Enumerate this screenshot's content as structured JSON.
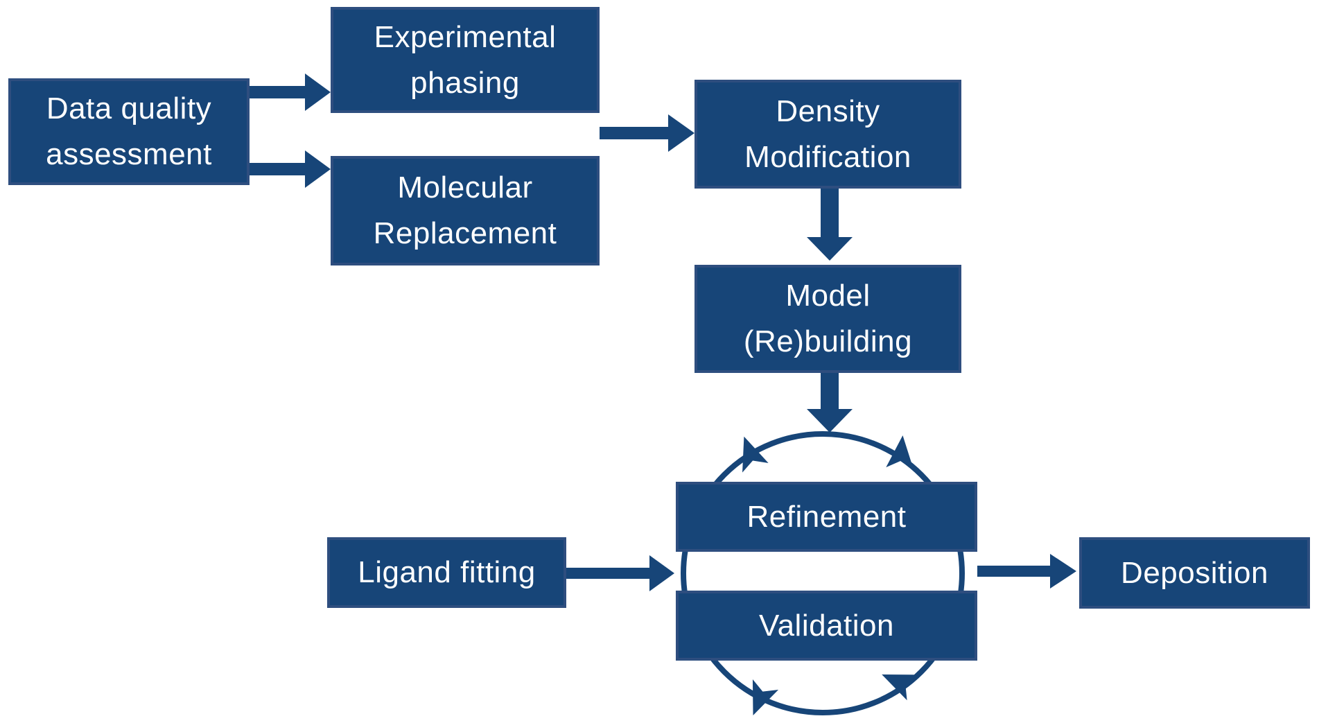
{
  "diagram": {
    "description": "Crystallographic structure solution workflow flowchart",
    "background": "#ffffff",
    "colors": {
      "node_fill": "#174578",
      "node_border": "#2e4e7f",
      "arrow": "#174578",
      "text": "#ffffff"
    },
    "nodes": {
      "data_quality": {
        "label": "Data quality assessment",
        "lines": [
          "Data quality",
          "assessment"
        ]
      },
      "experimental_phasing": {
        "label": "Experimental phasing",
        "lines": [
          "Experimental",
          "phasing"
        ]
      },
      "molecular_replacement": {
        "label": "Molecular Replacement",
        "lines": [
          "Molecular",
          "Replacement"
        ]
      },
      "density_modification": {
        "label": "Density Modification",
        "lines": [
          "Density",
          "Modification"
        ]
      },
      "model_rebuilding": {
        "label": "Model (Re)building",
        "lines": [
          "Model",
          "(Re)building"
        ]
      },
      "refinement": {
        "label": "Refinement",
        "lines": [
          "Refinement"
        ]
      },
      "validation": {
        "label": "Validation",
        "lines": [
          "Validation"
        ]
      },
      "ligand_fitting": {
        "label": "Ligand fitting",
        "lines": [
          "Ligand fitting"
        ]
      },
      "deposition": {
        "label": "Deposition",
        "lines": [
          "Deposition"
        ]
      }
    },
    "connections": [
      {
        "from": "data_quality",
        "to": "experimental_phasing",
        "type": "arrow"
      },
      {
        "from": "data_quality",
        "to": "molecular_replacement",
        "type": "arrow"
      },
      {
        "from": "experimental_phasing / molecular_replacement",
        "to": "density_modification",
        "type": "arrow"
      },
      {
        "from": "density_modification",
        "to": "model_rebuilding",
        "type": "arrow"
      },
      {
        "from": "model_rebuilding",
        "to": "refinement_validation_cycle",
        "type": "arrow"
      },
      {
        "from": "ligand_fitting",
        "to": "refinement_validation_cycle",
        "type": "arrow"
      },
      {
        "from": "refinement_validation_cycle",
        "to": "deposition",
        "type": "arrow"
      },
      {
        "from": "refinement",
        "to": "validation",
        "type": "cycle-circle"
      }
    ]
  }
}
